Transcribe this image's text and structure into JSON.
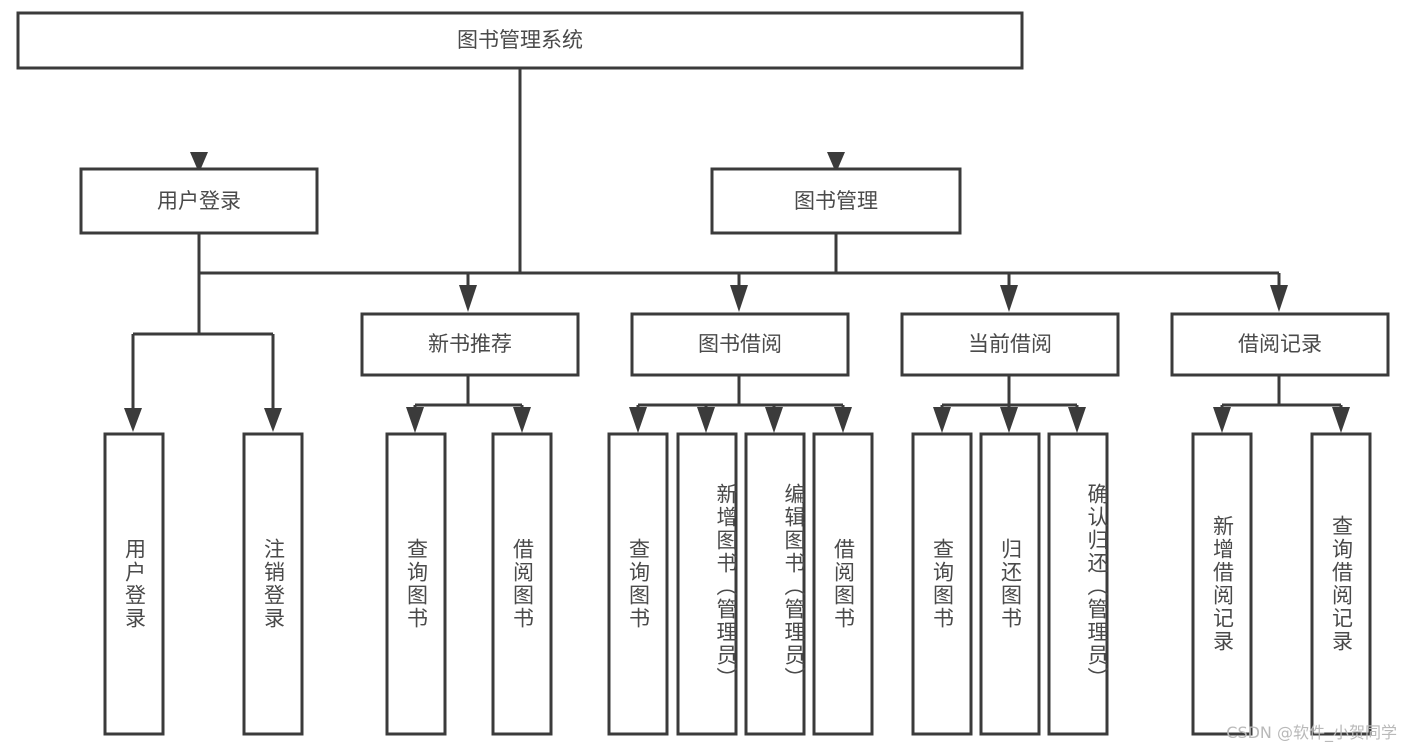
{
  "diagram": {
    "title_box": {
      "label": "图书管理系统"
    },
    "level2": [
      {
        "id": "user-login",
        "label": "用户登录"
      },
      {
        "id": "book-manage",
        "label": "图书管理"
      }
    ],
    "level3": [
      {
        "id": "new-book-recommend",
        "label": "新书推荐"
      },
      {
        "id": "book-borrow",
        "label": "图书借阅"
      },
      {
        "id": "current-borrow",
        "label": "当前借阅"
      },
      {
        "id": "borrow-record",
        "label": "借阅记录"
      }
    ],
    "leaves": [
      {
        "id": "leaf-user-login",
        "label": "用户登录",
        "parent": "user-login"
      },
      {
        "id": "leaf-user-logout",
        "label": "注销登录",
        "parent": "user-login"
      },
      {
        "id": "leaf-query-book-1",
        "label": "查询图书",
        "parent": "new-book-recommend"
      },
      {
        "id": "leaf-borrow-book-1",
        "label": "借阅图书",
        "parent": "new-book-recommend"
      },
      {
        "id": "leaf-query-book-2",
        "label": "查询图书",
        "parent": "book-borrow"
      },
      {
        "id": "leaf-add-book",
        "label": "新增图书（管理员）",
        "parent": "book-borrow"
      },
      {
        "id": "leaf-edit-book",
        "label": "编辑图书（管理员）",
        "parent": "book-borrow"
      },
      {
        "id": "leaf-borrow-book-2",
        "label": "借阅图书",
        "parent": "book-borrow"
      },
      {
        "id": "leaf-query-book-3",
        "label": "查询图书",
        "parent": "current-borrow"
      },
      {
        "id": "leaf-return-book",
        "label": "归还图书",
        "parent": "current-borrow"
      },
      {
        "id": "leaf-confirm-return",
        "label": "确认归还（管理员）",
        "parent": "current-borrow"
      },
      {
        "id": "leaf-add-record",
        "label": "新增借阅记录",
        "parent": "borrow-record"
      },
      {
        "id": "leaf-query-record",
        "label": "查询借阅记录",
        "parent": "borrow-record"
      }
    ],
    "colors": {
      "stroke": "#3b3b3b",
      "box_fill": "#ffffff",
      "text": "#4a4a4a",
      "background": "#ffffff",
      "watermark": "#b9b9b9"
    }
  },
  "watermark": {
    "text": "CSDN @软件_小贺同学"
  }
}
